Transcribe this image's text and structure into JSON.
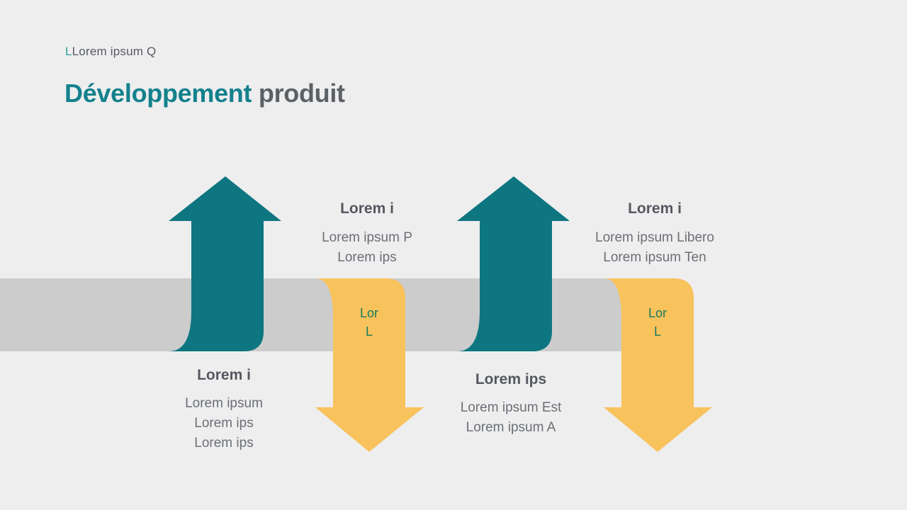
{
  "slide": {
    "eyebrow": {
      "accent": "L",
      "text": "Lorem ipsum Q"
    },
    "title": {
      "accent": "Développement",
      "rest": " produit"
    }
  },
  "colors": {
    "background": "#eeeeef",
    "band": "#cccccc",
    "up_arrow": "#0d7680",
    "down_arrow": "#f8c25c",
    "arrow_label_text": "#177a5e",
    "title_accent": "#13818d",
    "title_rest": "#5d6166",
    "eyebrow_accent": "#2f9e96",
    "heading_text": "#54585e",
    "body_text": "#6b6f75"
  },
  "diagram": {
    "top_blocks": [
      {
        "heading": "Lorem i",
        "lines": [
          "Lorem ipsum P",
          "Lorem ips"
        ]
      },
      {
        "heading": "Lorem i",
        "lines": [
          "Lorem ipsum Libero",
          "Lorem ipsum Ten"
        ]
      }
    ],
    "bottom_blocks": [
      {
        "heading": "Lorem i",
        "lines": [
          "Lorem ipsum",
          "Lorem ips",
          "Lorem ips"
        ]
      },
      {
        "heading": "Lorem ips",
        "lines": [
          "Lorem ipsum Est",
          "Lorem ipsum A"
        ]
      }
    ],
    "arrow_labels": [
      {
        "line1": "Lor",
        "line2": "L"
      },
      {
        "line1": "Lor",
        "line2": "L"
      }
    ]
  }
}
